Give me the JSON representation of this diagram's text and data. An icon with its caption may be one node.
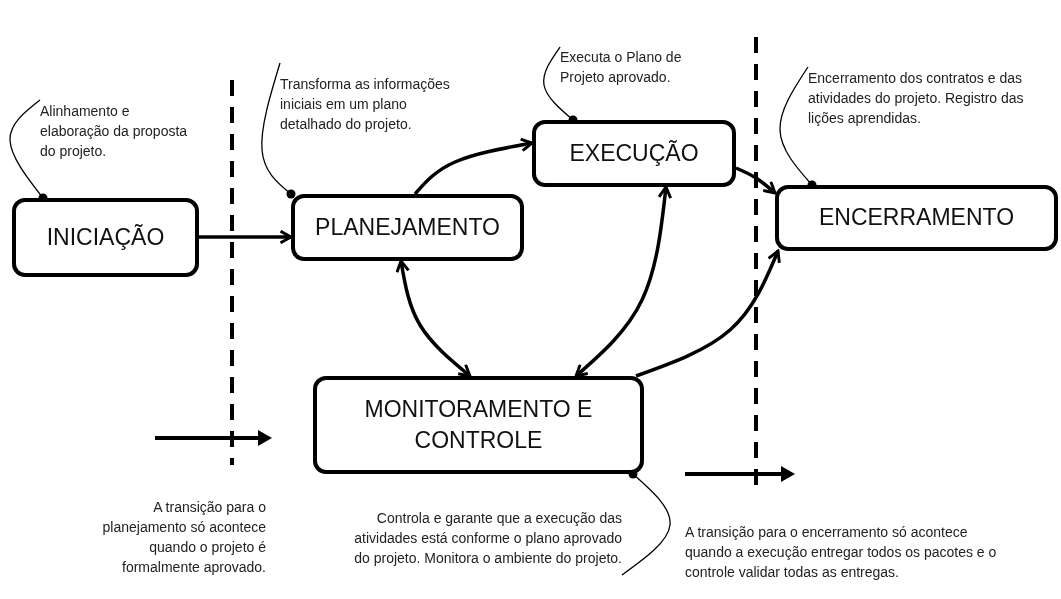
{
  "diagram": {
    "nodes": [
      {
        "text": [
          "INICIAÇÃO"
        ]
      },
      {
        "text": [
          "PLANEJAMENTO"
        ]
      },
      {
        "text": [
          "EXECUÇÃO"
        ]
      },
      {
        "text": [
          "ENCERRAMENTO"
        ]
      },
      {
        "text": [
          "MONITORAMENTO E CONTROLE"
        ]
      },
      {
        "text": [
          "Alinhamento e elaboração da proposta do projeto."
        ]
      },
      {
        "text": [
          "Transforma as informações iniciais em um plano detalhado do projeto."
        ]
      },
      {
        "text": [
          "Executa o Plano de Projeto aprovado."
        ]
      },
      {
        "text": [
          "Encerramento dos contratos e das atividades do projeto. Registro das lições aprendidas."
        ]
      },
      {
        "text": [
          "Controla e garante que a execução das atividades está conforme o plano aprovado do projeto. Monitora o ambiente do projeto."
        ]
      }
    ],
    "edges": [
      {
        "from": 0,
        "to": 1,
        "arrow": "to"
      },
      {
        "from": 1,
        "to": 2,
        "arrow": "to"
      },
      {
        "from": 2,
        "to": 3,
        "arrow": "to"
      },
      {
        "from": 1,
        "to": 4,
        "arrow": "both"
      },
      {
        "from": 2,
        "to": 4,
        "arrow": "both"
      },
      {
        "from": 4,
        "to": 3,
        "arrow": "to"
      },
      {
        "from": 5,
        "to": 0,
        "arrow": "other"
      },
      {
        "from": 6,
        "to": 1,
        "arrow": "other"
      },
      {
        "from": 7,
        "to": 2,
        "arrow": "other"
      },
      {
        "from": 8,
        "to": 3,
        "arrow": "other"
      },
      {
        "from": 9,
        "to": 4,
        "arrow": "other"
      }
    ],
    "labels": [
      "A transição para o planejamento só acontece quando o projeto é formalmente aprovado.",
      "A transição para o encerramento só acontece quando a execução entregar todos os pacotes e o controle validar todas as entregas."
    ]
  }
}
